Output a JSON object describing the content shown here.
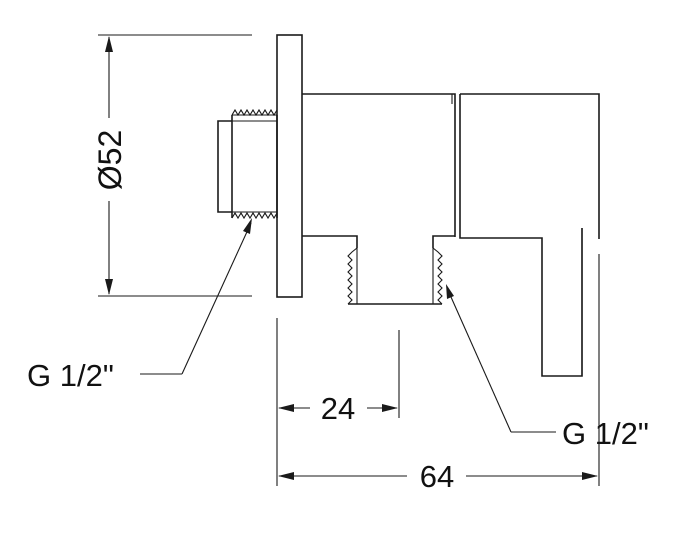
{
  "drawing": {
    "dimensions": {
      "diameter": "Ø52",
      "length_inner": "24",
      "length_total": "64"
    },
    "callouts": {
      "thread_left": "G 1/2\"",
      "thread_right": "G 1/2\""
    }
  }
}
